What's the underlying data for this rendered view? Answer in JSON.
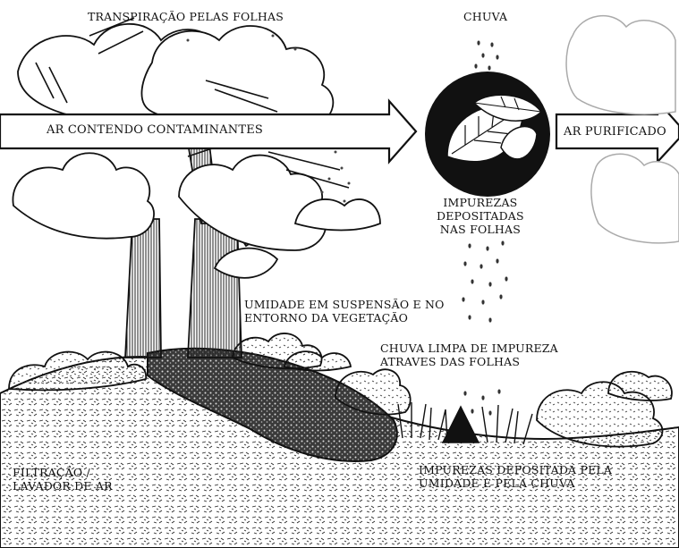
{
  "labels": {
    "transpiration": "TRANSPIRAÇÃO PELAS FOLHAS",
    "rain": "CHUVA",
    "air_contaminants": "AR CONTENDO CONTAMINANTES",
    "air_purified": "AR PURIFICADO",
    "impurities_leaves": "IMPUREZAS\nDEPOSITADAS\nNAS FOLHAS",
    "humidity": "UMIDADE EM SUSPENSÃO E NO\nENTORNO DA VEGETAÇÃO",
    "clean_rain": "CHUVA LIMPA DE IMPUREZA\nATRAVES DAS FOLHAS",
    "filtration": "FILTRAÇÃO /\nLAVADOR DE AR",
    "impurities_rain": "IMPUREZAS DEPOSITADA PELA\nUMIDADE E PELA CHUVA"
  },
  "colors": {
    "ink": "#111111",
    "paper": "#ffffff"
  }
}
